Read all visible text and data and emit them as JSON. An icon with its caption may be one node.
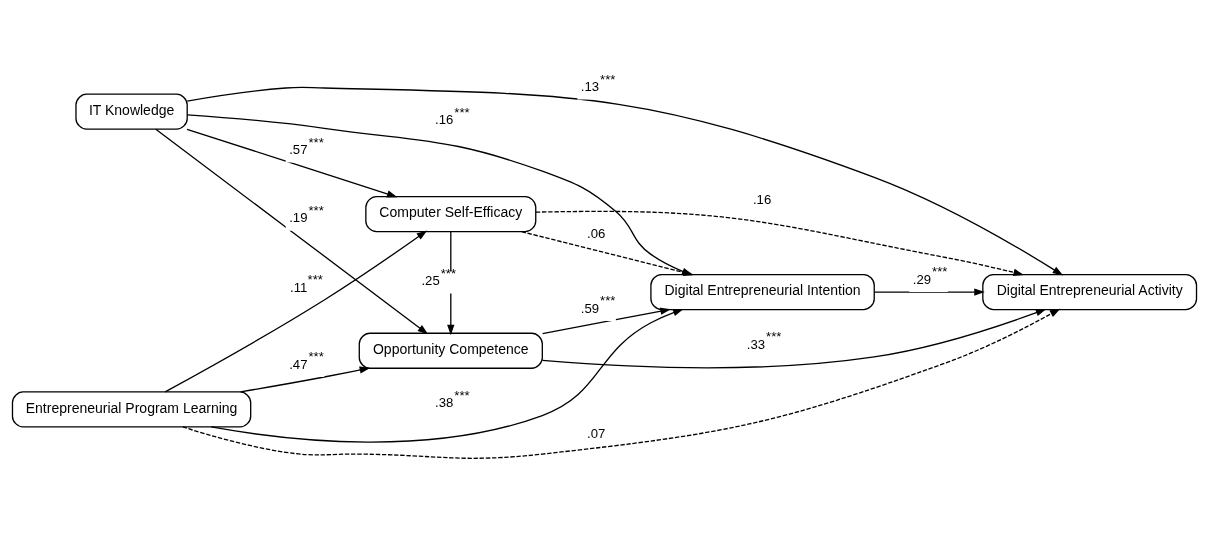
{
  "diagram": {
    "nodes": [
      {
        "text": [
          "IT Knowledge"
        ]
      },
      {
        "text": [
          "Entrepreneurial Program Learning"
        ]
      },
      {
        "text": [
          "Opportunity Competence"
        ]
      },
      {
        "text": [
          "Computer Self-Efficacy"
        ]
      },
      {
        "text": [
          "Digital Entrepreneurial Intention"
        ]
      },
      {
        "text": [
          "Digital Entrepreneurial Activity"
        ]
      }
    ],
    "edges": [
      {
        "from": 0,
        "to": 2,
        "arrow": "to",
        "label": ".19$^{***}$"
      },
      {
        "from": 0,
        "to": 4,
        "arrow": "to",
        "label": ".16$^{***}$"
      },
      {
        "from": 0,
        "to": 5,
        "arrow": "to",
        "label": ".13$^{***}$"
      },
      {
        "from": 0,
        "to": 3,
        "arrow": "to",
        "label": ".57$^{***}$"
      },
      {
        "from": 1,
        "to": 2,
        "arrow": "to",
        "label": ".47$^{***}$"
      },
      {
        "from": 1,
        "to": 4,
        "arrow": "to",
        "label": ".38$^{***}$"
      },
      {
        "from": 1,
        "to": 5,
        "arrow": "to",
        "label": ".07",
        "style": "dashed"
      },
      {
        "from": 1,
        "to": 3,
        "arrow": "to",
        "label": ".11$^{***}$"
      },
      {
        "from": 3,
        "to": 2,
        "arrow": "to",
        "label": ".25$^{***}$"
      },
      {
        "from": 2,
        "to": 4,
        "arrow": "to",
        "label": ".59$^{***}$"
      },
      {
        "from": 2,
        "to": 5,
        "arrow": "to",
        "label": ".33$^{***}$"
      },
      {
        "from": 4,
        "to": 5,
        "arrow": "to",
        "label": ".29$^{***}$"
      },
      {
        "from": 3,
        "to": 4,
        "arrow": "to",
        "label": ".06",
        "style": "dashed"
      },
      {
        "from": 3,
        "to": 5,
        "arrow": "to",
        "label": ".16",
        "style": "dashed"
      }
    ]
  }
}
